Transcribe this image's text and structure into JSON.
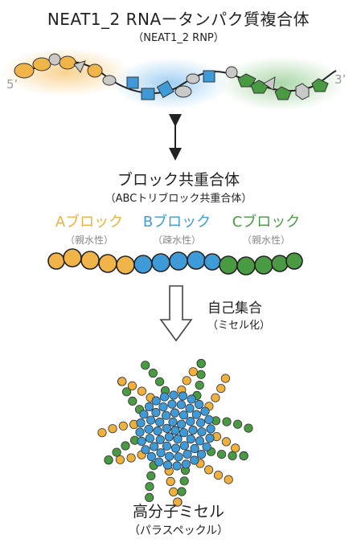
{
  "rnp": {
    "title": "NEAT1_2 RNAータンパク質複合体",
    "subtitle": "（NEAT1_2 RNP）",
    "five_prime": "5’",
    "three_prime": "3’"
  },
  "copolymer": {
    "title": "ブロック共重合体",
    "subtitle": "（ABCトリブロック共重合体）",
    "blocks": [
      {
        "label": "Aブロック",
        "property": "（親水性）",
        "color": "#f0b03c"
      },
      {
        "label": "Bブロック",
        "property": "（疎水性）",
        "color": "#3f9bd8"
      },
      {
        "label": "Cブロック",
        "property": "（親水性）",
        "color": "#4a9a44"
      }
    ]
  },
  "assembly": {
    "label": "自己集合",
    "sublabel": "（ミセル化）"
  },
  "micelle": {
    "title": "高分子ミセル",
    "subtitle": "（パラスペックル）"
  }
}
